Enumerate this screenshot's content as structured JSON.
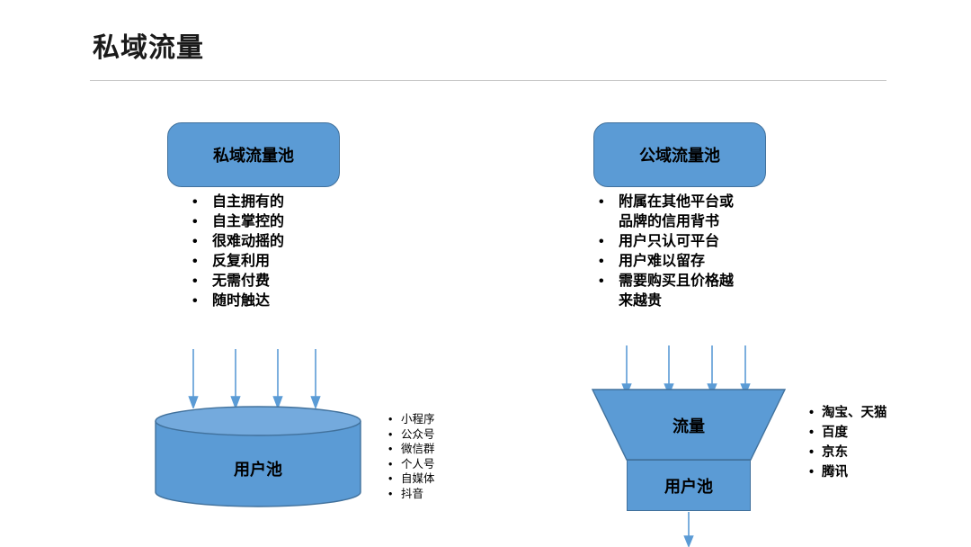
{
  "slide": {
    "title": "私域流量"
  },
  "private": {
    "pool_label": "私域流量池",
    "bullets": [
      "自主拥有的",
      "自主掌控的",
      "很难动摇的",
      "反复利用",
      "无需付费",
      "随时触达"
    ],
    "user_pool_label": "用户池",
    "channels": [
      "小程序",
      "公众号",
      "微信群",
      "个人号",
      "自媒体",
      "抖音"
    ]
  },
  "public": {
    "pool_label": "公域流量池",
    "bullets": [
      "附属在其他平台或品牌的信用背书",
      "用户只认可平台",
      "用户难以留存",
      "需要购买且价格越来越贵"
    ],
    "funnel_label": "流量",
    "user_pool_label": "用户池",
    "platforms": [
      "淘宝、天猫",
      "百度",
      "京东",
      "腾讯"
    ]
  },
  "colors": {
    "shape_fill": "#5b9bd5",
    "shape_fill_light": "#74aadd",
    "shape_border": "#41719c",
    "arrow": "#5b9bd5"
  }
}
